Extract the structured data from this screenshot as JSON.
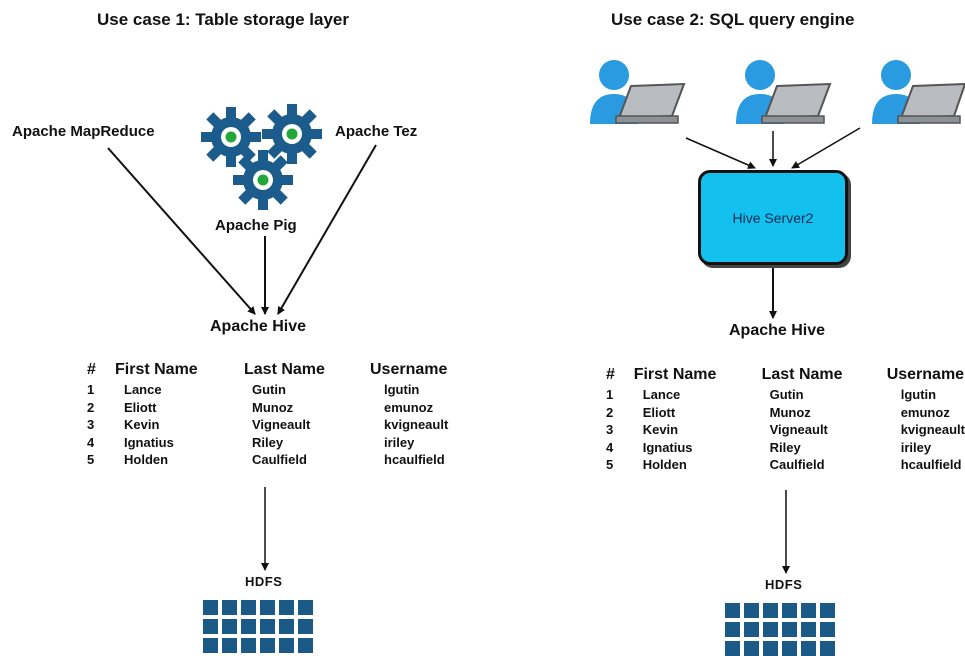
{
  "left": {
    "title": "Use case 1: Table storage layer",
    "mapreduce": "Apache MapReduce",
    "tez": "Apache Tez",
    "pig": "Apache Pig",
    "hive": "Apache Hive",
    "hdfs": "HDFS"
  },
  "right": {
    "title": "Use case 2: SQL query engine",
    "server": "Hive Server2",
    "hive": "Apache Hive",
    "hdfs": "HDFS"
  },
  "table": {
    "headers": [
      "#",
      "First Name",
      "Last Name",
      "Username"
    ],
    "rows": [
      [
        "1",
        "Lance",
        "Gutin",
        "lgutin"
      ],
      [
        "2",
        "Eliott",
        "Munoz",
        "emunoz"
      ],
      [
        "3",
        "Kevin",
        "Vigneault",
        "kvigneault"
      ],
      [
        "4",
        "Ignatius",
        "Riley",
        "iriley"
      ],
      [
        "5",
        "Holden",
        "Caulfield",
        "hcaulfield"
      ]
    ]
  },
  "icons": {
    "gear": "gear-icon",
    "user": "user-at-laptop-icon",
    "block": "hdfs-block-icon"
  },
  "colors": {
    "gear": "#1c5c8c",
    "gear_center": "#22a83a",
    "server_box": "#14c0ee",
    "hdfs_block": "#1b5a86",
    "user_body": "#2a9be0"
  }
}
